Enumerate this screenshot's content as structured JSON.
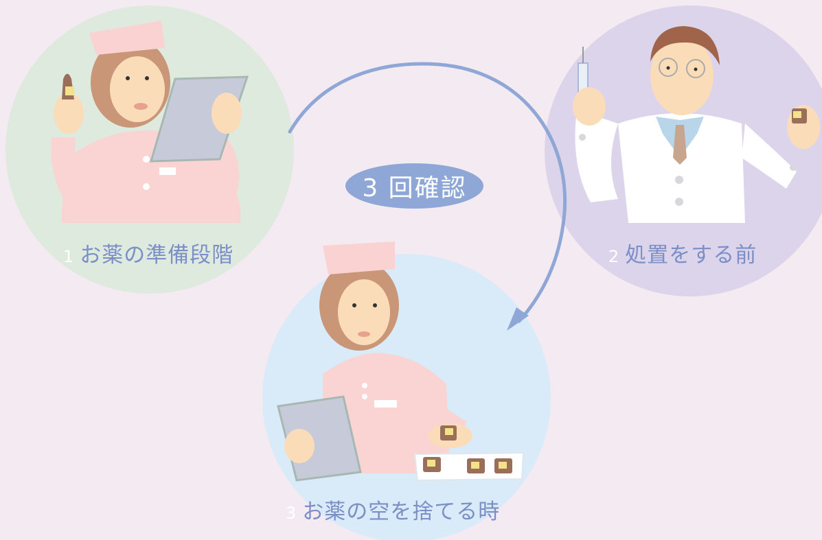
{
  "steps": [
    {
      "number": "1",
      "label": "お薬の準備段階"
    },
    {
      "number": "2",
      "label": "処置をする前"
    },
    {
      "number": "3",
      "label": "お薬の空を捨てる時"
    }
  ],
  "center_badge": "3 回確認",
  "colors": {
    "background": "#f4eaf1",
    "step1_circle": "#dfeadf",
    "step2_circle": "#dcd4ea",
    "step3_circle": "#d9eaf8",
    "arrow": "#8fa7d6",
    "badge": "#8fa7d6",
    "label_text": "#7b8fc6"
  },
  "icons": [
    "nurse-holding-medicine-icon",
    "doctor-with-syringe-icon",
    "nurse-disposing-medicine-icon",
    "curved-arrow-icon"
  ]
}
